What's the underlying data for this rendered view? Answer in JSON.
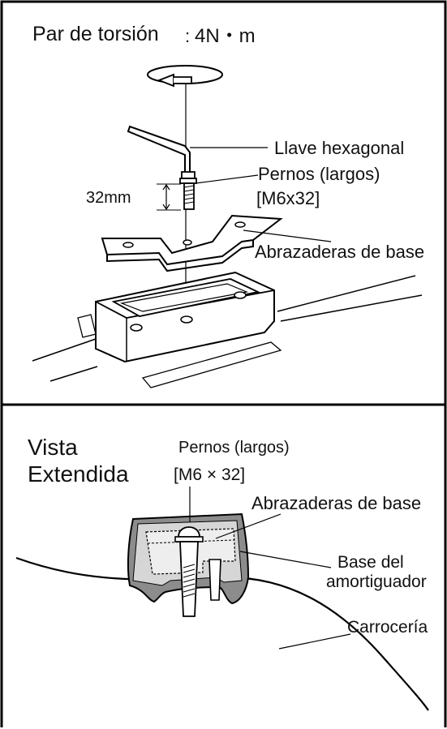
{
  "torque": {
    "label": "Par de torsión",
    "value": "4N・m"
  },
  "top_view": {
    "labels": {
      "hex_key": "Llave hexagonal",
      "bolts": "Pernos (largos)",
      "bolts_spec": "[M6x32]",
      "clamps": "Abrazaderas de base",
      "bolt_length": "32mm"
    }
  },
  "extended_view": {
    "title_line1": "Vista",
    "title_line2": "Extendida",
    "labels": {
      "bolts": "Pernos (largos)",
      "bolts_spec": "[M6 × 32]",
      "clamps": "Abrazaderas de base",
      "damper_base_line1": "Base del",
      "damper_base_line2": "amortiguador",
      "body": "Carrocería"
    }
  }
}
